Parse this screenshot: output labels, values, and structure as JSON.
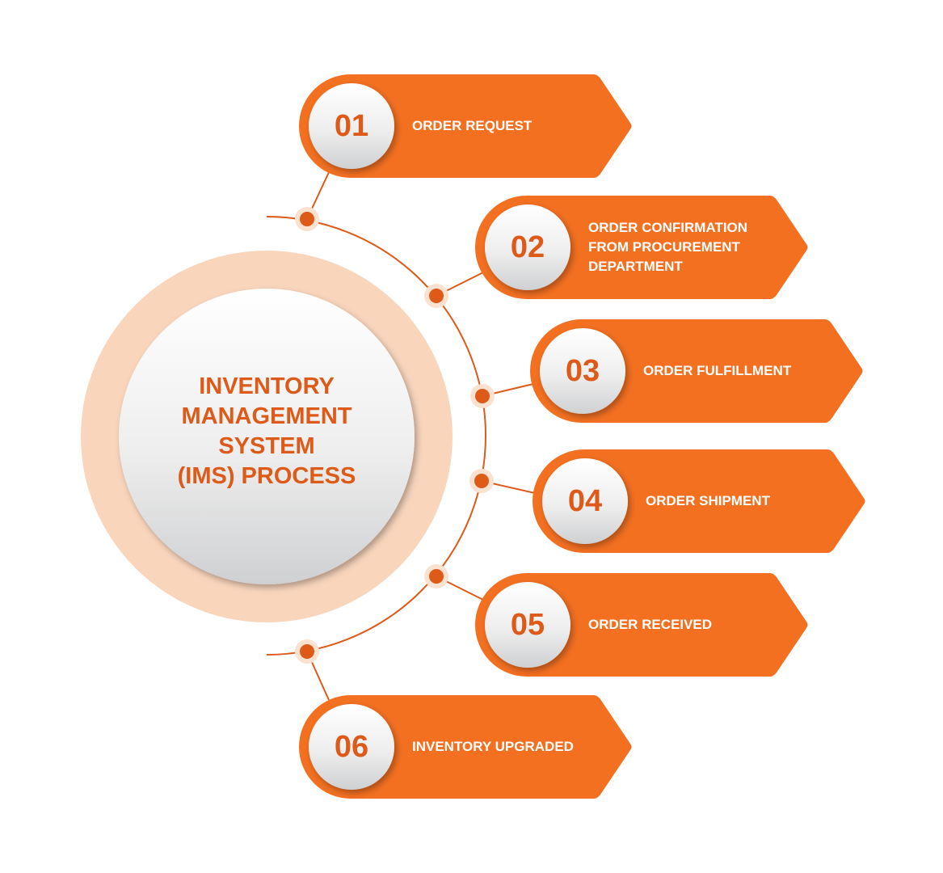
{
  "title": "INVENTORY MANAGEMENT SYSTEM (IMS) PROCESS",
  "title_lines": [
    "INVENTORY",
    "MANAGEMENT",
    "SYSTEM",
    "(IMS) PROCESS"
  ],
  "colors": {
    "accent": "#f37021",
    "dark_accent": "#de5a18",
    "halo": "#f9d5bc"
  },
  "steps": [
    {
      "number": "01",
      "label": "ORDER REQUEST"
    },
    {
      "number": "02",
      "label": "ORDER CONFIRMATION FROM PROCUREMENT DEPARTMENT"
    },
    {
      "number": "03",
      "label": "ORDER FULFILLMENT"
    },
    {
      "number": "04",
      "label": "ORDER SHIPMENT"
    },
    {
      "number": "05",
      "label": "ORDER RECEIVED"
    },
    {
      "number": "06",
      "label": "INVENTORY UPGRADED"
    }
  ]
}
